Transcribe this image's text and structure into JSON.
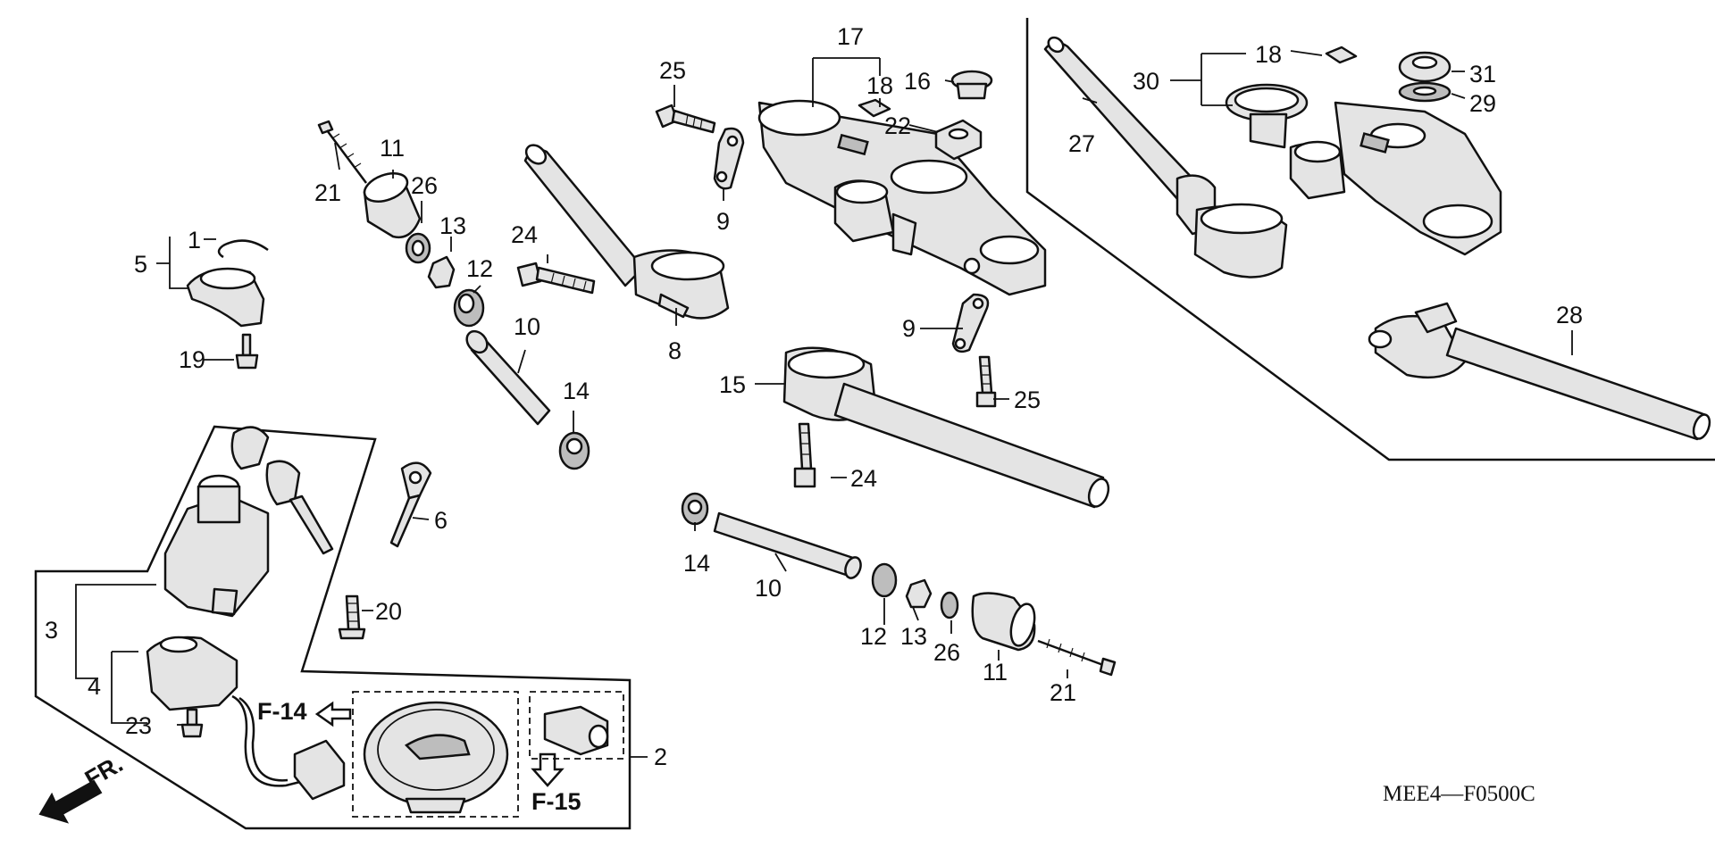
{
  "labels": {
    "p1": "1",
    "p2": "2",
    "p3": "3",
    "p4": "4",
    "p5": "5",
    "p6": "6",
    "p8": "8",
    "p9a": "9",
    "p9b": "9",
    "p10a": "10",
    "p10b": "10",
    "p11a": "11",
    "p11b": "11",
    "p12a": "12",
    "p12b": "12",
    "p13a": "13",
    "p13b": "13",
    "p14a": "14",
    "p14b": "14",
    "p15": "15",
    "p16": "16",
    "p17": "17",
    "p18a": "18",
    "p18b": "18",
    "p19": "19",
    "p20": "20",
    "p21a": "21",
    "p21b": "21",
    "p22": "22",
    "p23": "23",
    "p24a": "24",
    "p24b": "24",
    "p25a": "25",
    "p25b": "25",
    "p26a": "26",
    "p26b": "26",
    "p27": "27",
    "p28": "28",
    "p29": "29",
    "p30": "30",
    "p31": "31"
  },
  "refs": {
    "f14": "F-14",
    "f15": "F-15"
  },
  "front": "FR.",
  "diagram_code": "MEE4—F0500C"
}
